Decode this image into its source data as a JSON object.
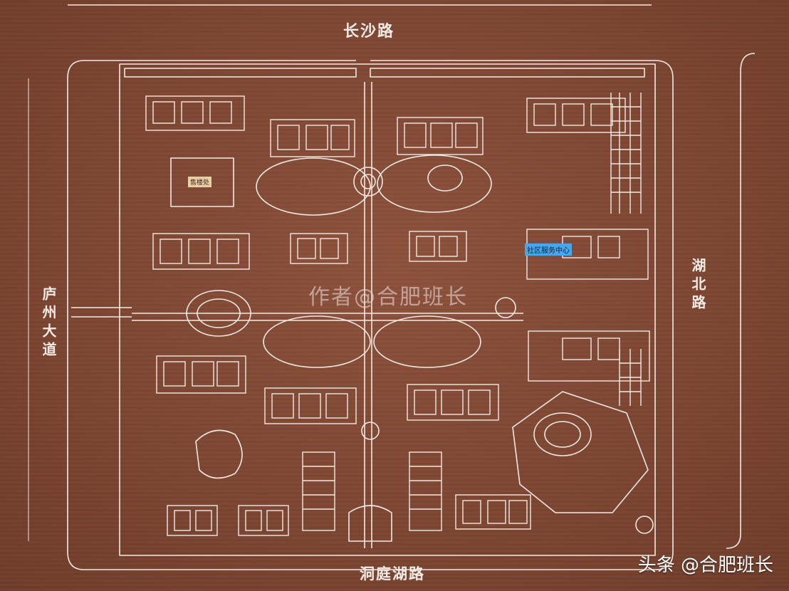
{
  "roads": {
    "north": "长沙路",
    "south": "洞庭湖路",
    "west": "庐州大道",
    "east": "湖北路"
  },
  "watermark": "作者@合肥班长",
  "credit": "头条 @合肥班长",
  "tags": {
    "sales_center": "售楼处",
    "service_center": "社区服务中心"
  },
  "colors": {
    "board": "#874a34",
    "lines": "#f1e9e4",
    "sales_tag": "#e8cfa8",
    "service_tag": "#49a6e8"
  }
}
